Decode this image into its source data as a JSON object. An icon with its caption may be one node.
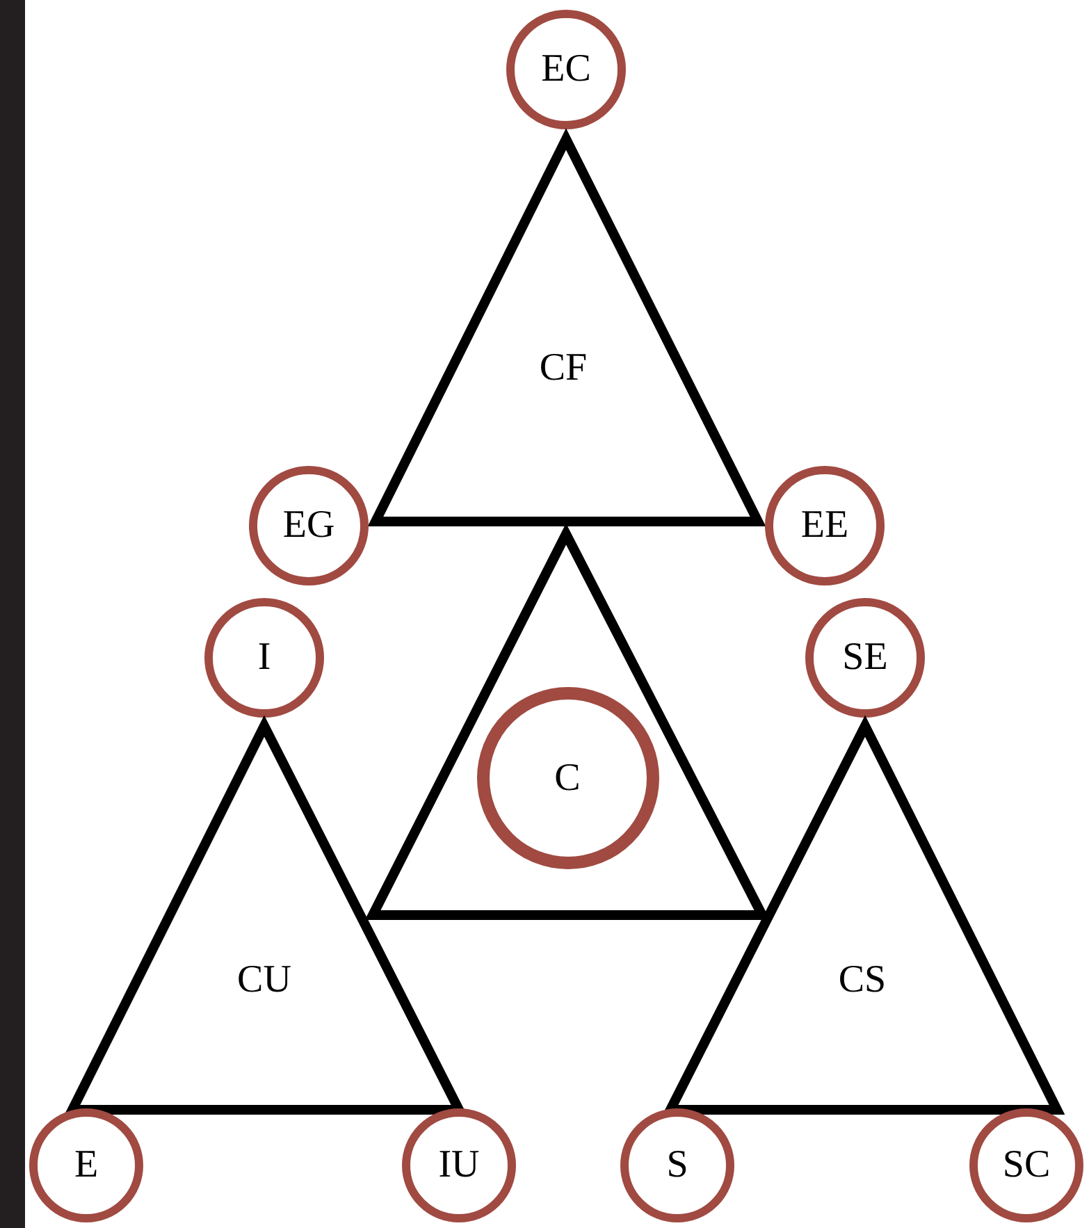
{
  "diagram": {
    "nodes": [
      {
        "text": [
          "EC"
        ]
      },
      {
        "text": [
          "CF"
        ]
      },
      {
        "text": [
          "EG"
        ]
      },
      {
        "text": [
          "EE"
        ]
      },
      {
        "text": [],
        "shape": "triangle"
      },
      {
        "text": [
          "I"
        ]
      },
      {
        "text": [
          "SE"
        ]
      },
      {
        "text": [
          "C"
        ],
        "in": 4
      },
      {
        "text": [
          "CU"
        ]
      },
      {
        "text": [
          "CS"
        ]
      },
      {
        "text": [
          "E"
        ]
      },
      {
        "text": [
          "IU"
        ]
      },
      {
        "text": [
          "S"
        ]
      },
      {
        "text": [
          "SC"
        ]
      }
    ]
  }
}
